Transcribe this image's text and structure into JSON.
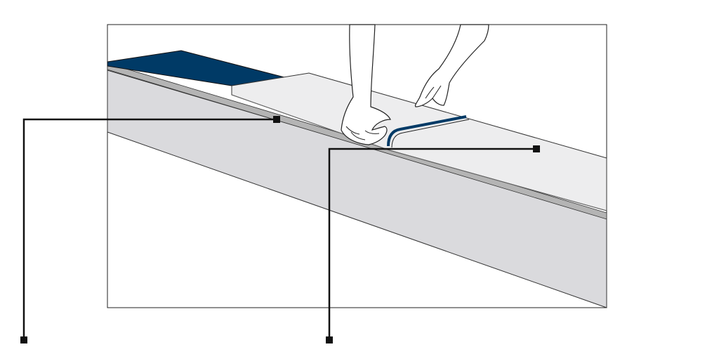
{
  "diagram": {
    "subject": "installation-step-illustration",
    "parts": [
      {
        "id": "base-profile",
        "kind": "beam"
      },
      {
        "id": "adhesive-strip",
        "kind": "strip"
      },
      {
        "id": "panel-covering",
        "kind": "board"
      },
      {
        "id": "edge-fold",
        "kind": "bend"
      },
      {
        "id": "hands",
        "kind": "figure"
      }
    ],
    "callouts": [
      {
        "id": "callout-left",
        "label": ""
      },
      {
        "id": "callout-right",
        "label": ""
      }
    ]
  },
  "colors": {
    "navy": "#003a66",
    "beam": "#dadadd",
    "board": "#ededee",
    "strip": "#b4b4b4",
    "line": "#111111",
    "frame": "#222222"
  }
}
